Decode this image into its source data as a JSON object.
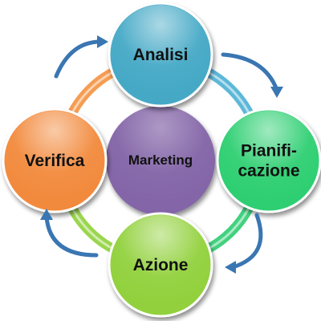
{
  "diagram": {
    "center": {
      "label": "Marketing",
      "color": "#8466a8"
    },
    "nodes": [
      {
        "id": "analisi",
        "label": "Analisi",
        "color": "#45a9c6"
      },
      {
        "id": "pianificazione",
        "label": "Pianifi-\ncazione",
        "color": "#2ecf72"
      },
      {
        "id": "azione",
        "label": "Azione",
        "color": "#92d13c"
      },
      {
        "id": "verifica",
        "label": "Verifica",
        "color": "#f28a3d"
      }
    ],
    "ring_colors": [
      "#4bb0d4",
      "#2ecc71",
      "#8fd13a",
      "#f5913e"
    ],
    "arrow_color": "#3a76b2"
  }
}
